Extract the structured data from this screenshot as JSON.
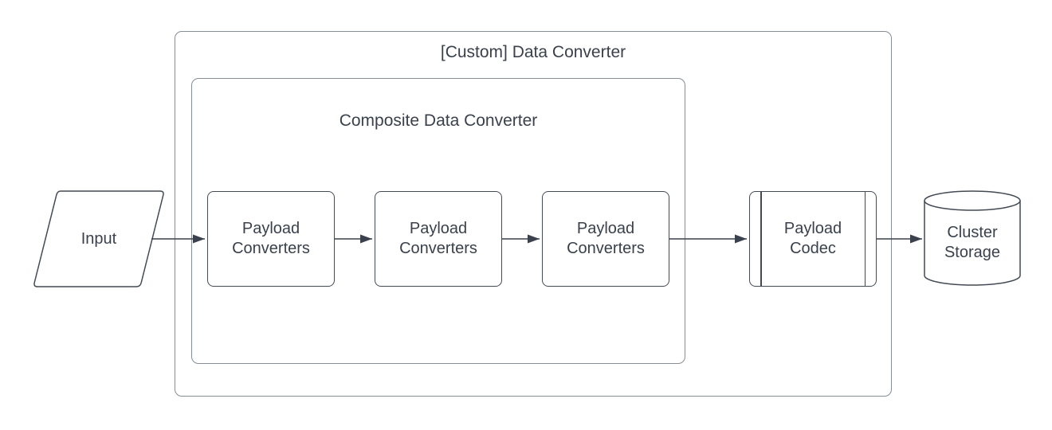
{
  "diagram": {
    "outer_container": {
      "title": "[Custom] Data Converter"
    },
    "inner_container": {
      "title": "Composite Data Converter"
    },
    "nodes": {
      "input": {
        "label": "Input",
        "shape": "parallelogram"
      },
      "payload_converter_1": {
        "label": "Payload Converters",
        "shape": "rounded-rectangle"
      },
      "payload_converter_2": {
        "label": "Payload Converters",
        "shape": "rounded-rectangle"
      },
      "payload_converter_3": {
        "label": "Payload Converters",
        "shape": "rounded-rectangle"
      },
      "payload_codec": {
        "label": "Payload Codec",
        "shape": "predefined-process"
      },
      "cluster_storage": {
        "label": "Cluster Storage",
        "shape": "cylinder"
      }
    },
    "connections": [
      "input -> payload_converter_1",
      "payload_converter_1 -> payload_converter_2",
      "payload_converter_2 -> payload_converter_3",
      "payload_converter_3 -> payload_codec",
      "payload_codec -> cluster_storage"
    ],
    "colors": {
      "shape_stroke": "#434a54",
      "container_stroke": "#868d94",
      "text": "#3a414c",
      "arrow": "#3a414c",
      "background": "#ffffff"
    }
  }
}
